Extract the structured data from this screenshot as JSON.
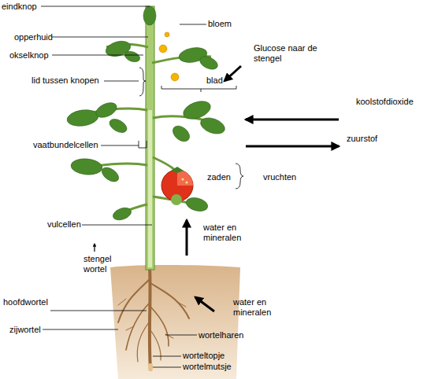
{
  "diagram": {
    "labels": [
      "eindknop",
      "bloem",
      "opperhuid",
      "okselknop",
      "Glucose naar de stengel",
      "lid tussen knopen",
      "blad",
      "koolstofdioxide",
      "zuurstof",
      "vaatbundelcellen",
      "zaden",
      "vruchten",
      "vulcellen",
      "water en mineralen",
      "stengel",
      "wortel",
      "hoofdwortel",
      "water en mineralen",
      "zijwortel",
      "wortelharen",
      "worteltopje",
      "wortelmutsje"
    ]
  }
}
